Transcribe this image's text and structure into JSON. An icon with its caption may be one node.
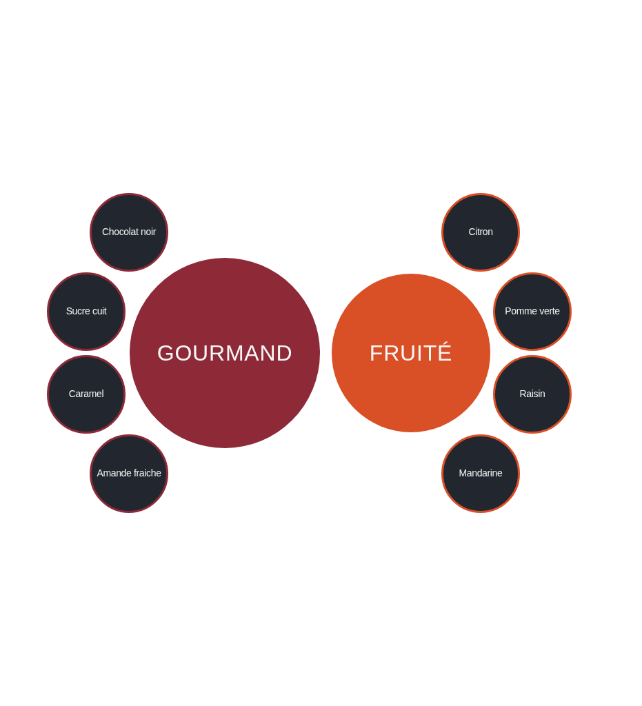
{
  "diagram": {
    "nodes": [
      {
        "text": [
          "GOURMAND"
        ]
      },
      {
        "text": [
          "Chocolat noir"
        ]
      },
      {
        "text": [
          "Sucre cuit"
        ]
      },
      {
        "text": [
          "Caramel"
        ]
      },
      {
        "text": [
          "Amande fraiche"
        ]
      },
      {
        "text": [
          "FRUITÉ"
        ]
      },
      {
        "text": [
          "Citron"
        ]
      },
      {
        "text": [
          "Pomme verte"
        ]
      },
      {
        "text": [
          "Raisin"
        ]
      },
      {
        "text": [
          "Mandarine"
        ]
      }
    ]
  }
}
